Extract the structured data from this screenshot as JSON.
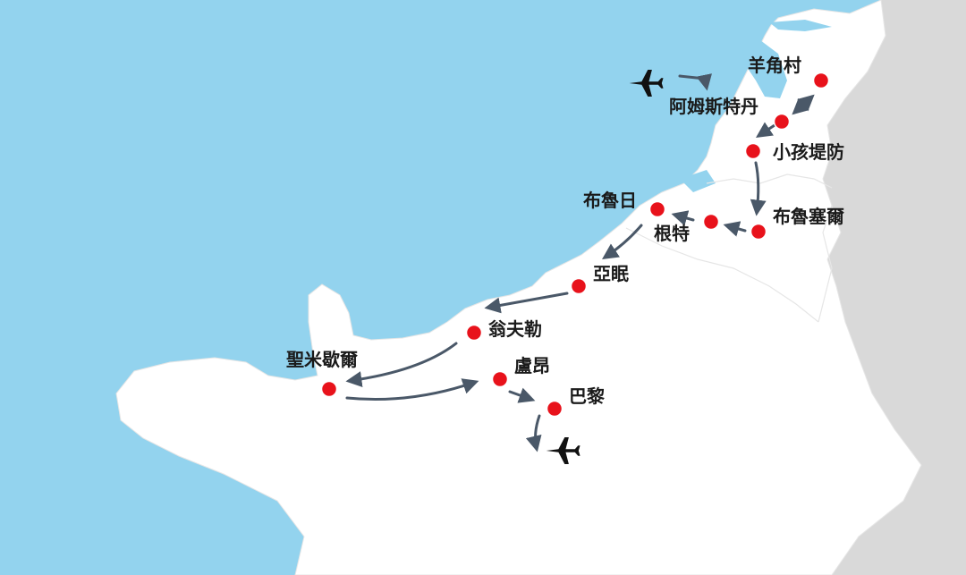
{
  "colors": {
    "sea": "#93d3ee",
    "land": "#ffffff",
    "neighbor_land": "#d9d9d9",
    "city_dot": "#e8121b",
    "route_arrow": "#4a5868",
    "label": "#1a1a1a"
  },
  "cities": [
    {
      "id": "giethoorn",
      "name": "羊角村"
    },
    {
      "id": "amsterdam",
      "name": "阿姆斯特丹"
    },
    {
      "id": "kinderdijk",
      "name": "小孩堤防"
    },
    {
      "id": "bruxelles",
      "name": "布魯塞爾"
    },
    {
      "id": "gent",
      "name": "根特"
    },
    {
      "id": "brugge",
      "name": "布魯日"
    },
    {
      "id": "amiens",
      "name": "亞眠"
    },
    {
      "id": "honfleur",
      "name": "翁夫勒"
    },
    {
      "id": "mont-saint-michel",
      "name": "聖米歇爾"
    },
    {
      "id": "rouen",
      "name": "盧昂"
    },
    {
      "id": "paris",
      "name": "巴黎"
    }
  ],
  "icons": {
    "arrival": "airplane-icon",
    "departure": "airplane-icon"
  }
}
